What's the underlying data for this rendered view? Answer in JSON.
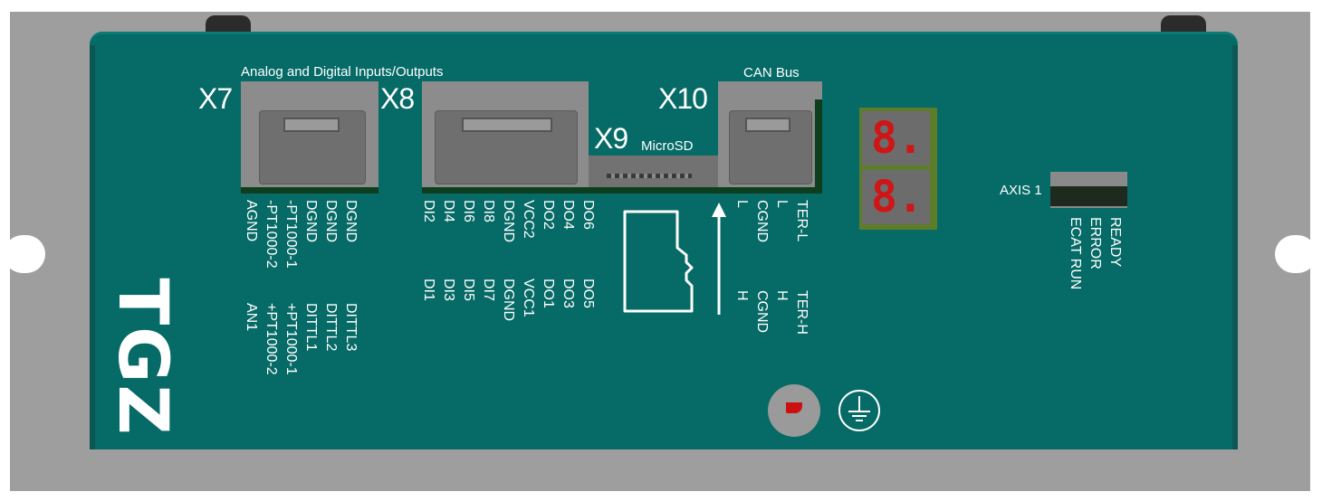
{
  "brand": "TGZ",
  "connectors": {
    "x7": {
      "id": "X7"
    },
    "x8": {
      "id": "X8"
    },
    "x9": {
      "id": "X9",
      "caption": "MicroSD"
    },
    "x10": {
      "id": "X10",
      "caption": "CAN Bus"
    },
    "io_caption": "Analog and Digital Inputs/Outputs"
  },
  "pins": {
    "x7_top": [
      "DGND",
      "DGND",
      "DGND",
      "-PT1000-1",
      "-PT1000-2",
      "AGND"
    ],
    "x7_bottom": [
      "DITTL3",
      "DITTL2",
      "DITTL1",
      "+PT1000-1",
      "+PT1000-2",
      "AN1"
    ],
    "x8_top": [
      "DO6",
      "DO4",
      "DO2",
      "VCC2",
      "DGND",
      "DI8",
      "DI6",
      "DI4",
      "DI2"
    ],
    "x8_bottom": [
      "DO5",
      "DO3",
      "DO1",
      "VCC1",
      "DGND",
      "DI7",
      "DI5",
      "DI3",
      "DI1"
    ],
    "x10_top": [
      "TER-L",
      "L",
      "CGND",
      "L"
    ],
    "x10_bottom": [
      "TER-H",
      "H",
      "CGND",
      "H"
    ]
  },
  "display": {
    "digit_top": "8.",
    "digit_bottom": "8.",
    "color": "#cf1515"
  },
  "leds": {
    "axis_label": "AXIS 1",
    "labels": [
      "READY",
      "ERROR",
      "ECAT RUN"
    ]
  },
  "colors": {
    "panel": "#066a66",
    "frame": "#9e9e9e",
    "text": "#ffffff"
  }
}
